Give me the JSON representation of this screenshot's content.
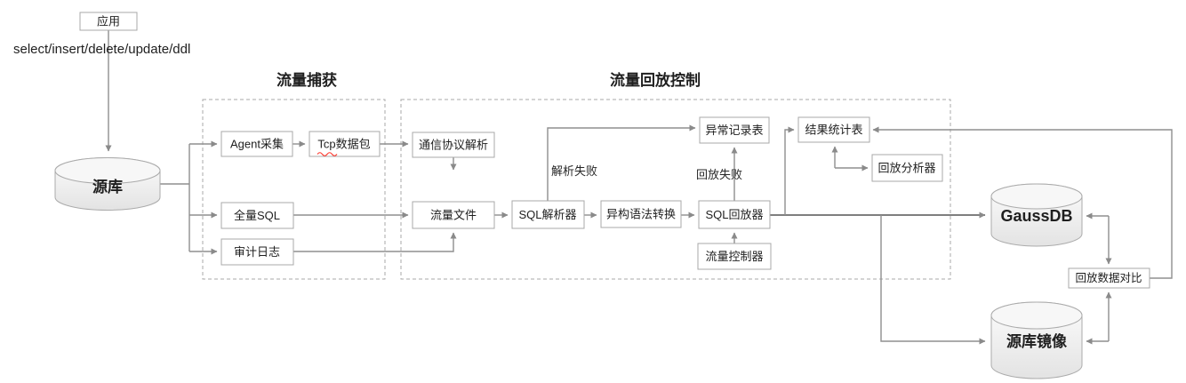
{
  "app": {
    "label": "应用",
    "sql_ops": "select/insert/delete/update/ddl"
  },
  "source_db": {
    "label": "源库"
  },
  "capture": {
    "title": "流量捕获",
    "agent": "Agent采集",
    "tcp": "Tcp数据包",
    "full_sql": "全量SQL",
    "audit_log": "审计日志"
  },
  "replay": {
    "title": "流量回放控制",
    "protocol": "通信协议解析",
    "traffic_file": "流量文件",
    "sql_parser": "SQL解析器",
    "syntax_convert": "异构语法转换",
    "sql_replayer": "SQL回放器",
    "exception_table": "异常记录表",
    "traffic_controller": "流量控制器",
    "result_stats": "结果统计表",
    "replay_analyzer": "回放分析器"
  },
  "labels": {
    "parse_fail": "解析失败",
    "replay_fail": "回放失败"
  },
  "targets": {
    "gaussdb": "GaussDB",
    "compare": "回放数据对比",
    "mirror": "源库镜像"
  },
  "colors": {
    "accent": "#EE7C0A",
    "line": "#8f8f8f",
    "border": "#a8a8a8",
    "spell_underline": "#ff3b30"
  }
}
